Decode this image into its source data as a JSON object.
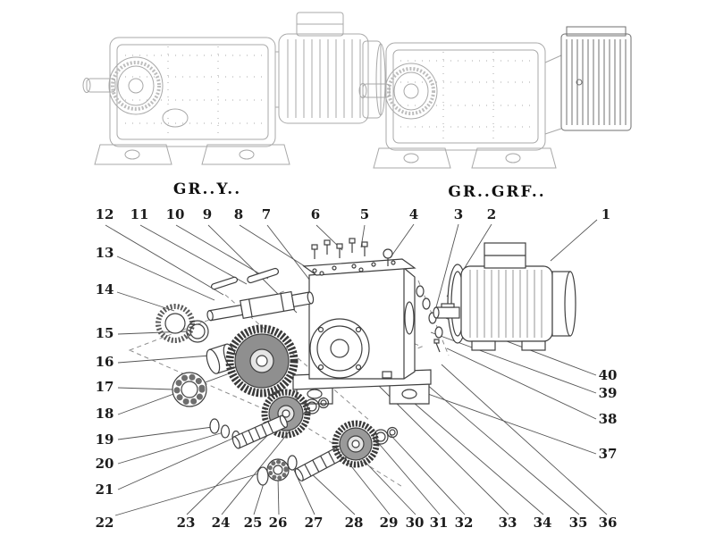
{
  "figures": {
    "left_label": "GR..Y..",
    "right_label": "GR..GRF.."
  },
  "callouts": [
    "1",
    "2",
    "3",
    "4",
    "5",
    "6",
    "7",
    "8",
    "9",
    "10",
    "11",
    "12",
    "13",
    "14",
    "15",
    "16",
    "17",
    "18",
    "19",
    "20",
    "21",
    "22",
    "23",
    "24",
    "25",
    "26",
    "27",
    "28",
    "29",
    "30",
    "31",
    "32",
    "33",
    "34",
    "35",
    "36",
    "37",
    "38",
    "39",
    "40"
  ],
  "colors": {
    "ink": "#3f3f3f",
    "light_ink": "#a6a6a6",
    "dark_gear": "#3a3a3a",
    "leader": "#555555"
  }
}
